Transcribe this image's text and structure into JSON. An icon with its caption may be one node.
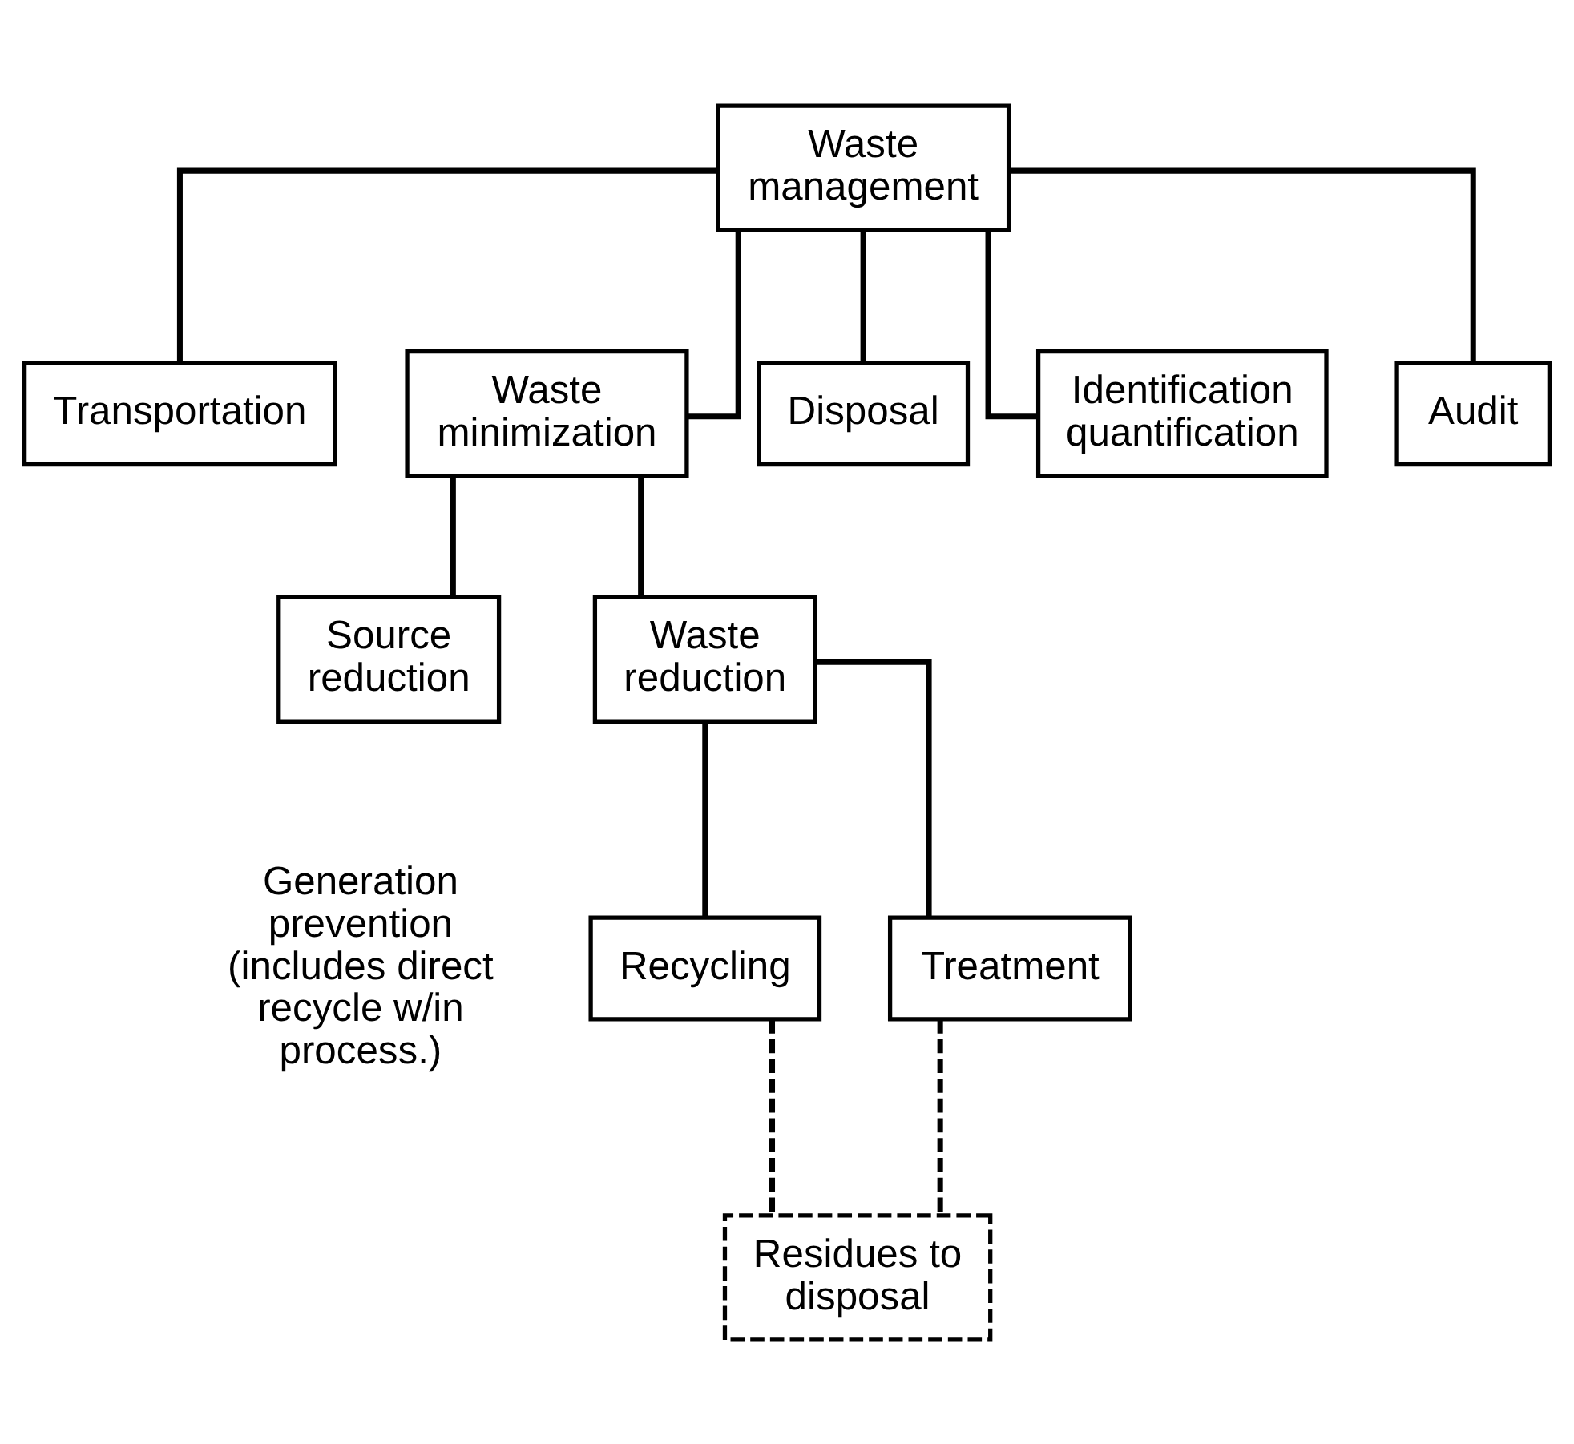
{
  "diagram": {
    "nodes": [
      {
        "text": [
          "Waste management"
        ]
      },
      {
        "text": [
          "Transportation"
        ]
      },
      {
        "text": [
          "Waste minimization"
        ]
      },
      {
        "text": [
          "Disposal"
        ]
      },
      {
        "text": [
          "Identification quantification"
        ]
      },
      {
        "text": [
          "Audit"
        ]
      },
      {
        "text": [
          "Source reduction"
        ],
        "beside": [
          "Generation prevention (includes direct recycle w/in process.)"
        ]
      },
      {
        "text": [
          "Waste reduction"
        ]
      },
      {
        "text": [
          "Recycling"
        ]
      },
      {
        "text": [
          "Treatment"
        ]
      },
      {
        "text": [
          "Residues to disposal"
        ]
      }
    ],
    "edges": [
      {
        "from": 0,
        "to": 1,
        "arrow": "none"
      },
      {
        "from": 0,
        "to": 2,
        "arrow": "none"
      },
      {
        "from": 0,
        "to": 3,
        "arrow": "none"
      },
      {
        "from": 0,
        "to": 4,
        "arrow": "none"
      },
      {
        "from": 0,
        "to": 5,
        "arrow": "none"
      },
      {
        "from": 2,
        "to": 6,
        "arrow": "none"
      },
      {
        "from": 2,
        "to": 7,
        "arrow": "none"
      },
      {
        "from": 7,
        "to": 8,
        "arrow": "none"
      },
      {
        "from": 7,
        "to": 9,
        "arrow": "none"
      },
      {
        "from": 8,
        "to": 10,
        "arrow": "none",
        "style": "dashed"
      },
      {
        "from": 9,
        "to": 10,
        "arrow": "none",
        "style": "dashed"
      }
    ]
  }
}
